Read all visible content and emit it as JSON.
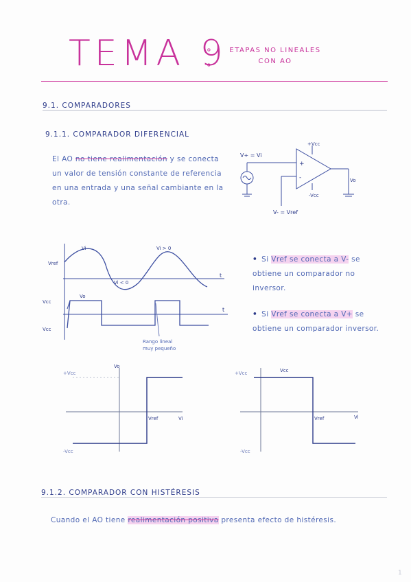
{
  "header": {
    "title": "TEMA 9",
    "subtitle_line1": "ETAPAS NO LINEALES",
    "subtitle_line2": "CON AO"
  },
  "sections": {
    "s91": "9.1. COMPARADORES",
    "s911": "9.1.1. COMPARADOR DIFERENCIAL",
    "s912": "9.1.2. COMPARADOR CON HISTÉRESIS"
  },
  "para1": {
    "t1": "El AO ",
    "t2": "no tiene realimentación",
    "t3": " y se conecta un valor de tensión constante de referencia en una entrada y una señal cambiante en la otra."
  },
  "circuit": {
    "vplus_label": "V+ = Vi",
    "vminus_label": "V- = Vref",
    "pos_supply": "+Vcc",
    "neg_supply": "-Vcc",
    "plus_sign": "+",
    "minus_sign": "-",
    "vo_label": "Vo"
  },
  "waves": {
    "vi_label": "Vi",
    "vref_label": "Vref",
    "vi_pos_label": "Vi > 0",
    "vi_neg_label": "Vi < 0",
    "t_label": "t",
    "vo_label": "Vo",
    "vcc_pos": "Vcc",
    "vcc_neg": "Vcc",
    "linear_note_1": "Rango lineal",
    "linear_note_2": "muy pequeño"
  },
  "bullets": {
    "b1_pre": "Si ",
    "b1_hl": "Vref se conecta a V-",
    "b1_post": " se obtiene un comparador no inversor.",
    "b2_pre": "Si ",
    "b2_hl": "Vref se conecta a V+",
    "b2_post": " se obtiene un comparador inversor."
  },
  "transfer": {
    "left": {
      "vo_axis": "Vo",
      "pos": "+Vcc",
      "neg": "-Vcc",
      "vref": "Vref",
      "vi_axis": "Vi"
    },
    "right": {
      "top": "Vcc",
      "pos": "+Vcc",
      "neg": "-Vcc",
      "vref": "Vref",
      "vi_axis": "Vi"
    }
  },
  "para2": {
    "t1": "Cuando el AO ",
    "t2": "tiene ",
    "t3": "realimentación positiva",
    "t4": " presenta efecto de histéresis."
  },
  "page_number": "1",
  "colors": {
    "magenta": "#c8329b",
    "ink_blue": "#2d3b8a",
    "pen_blue": "#5068b4",
    "highlight": "#e678d2"
  }
}
